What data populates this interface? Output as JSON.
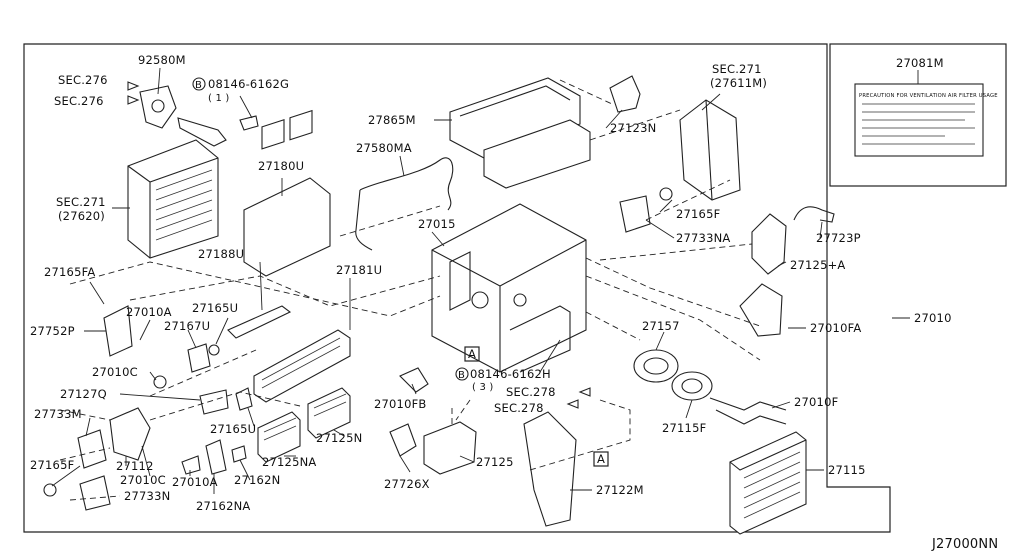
{
  "diagram_code": "J27000NN",
  "label_box": {
    "part": "27081M",
    "title": "PRECAUTION FOR VENTILATION AIR FILTER USAGE"
  },
  "labels": {
    "p92580M": "92580M",
    "sec276a": "SEC.276",
    "sec276b": "SEC.276",
    "bolt1": "08146-6162G",
    "bolt1q": "( 1 )",
    "sec271a": "SEC.271",
    "sec271a_ref": "(27620)",
    "p27180U": "27180U",
    "p27580MA": "27580MA",
    "p27865M": "27865M",
    "p27123N": "27123N",
    "sec271b": "SEC.271",
    "sec271b_ref": "(27611M)",
    "p27165F_top": "27165F",
    "p27733NA": "27733NA",
    "p27723P": "27723P",
    "p27125pA": "27125+A",
    "p27010FA": "27010FA",
    "p27010": "27010",
    "p27015": "27015",
    "p27188U": "27188U",
    "p27181U": "27181U",
    "p27165FA": "27165FA",
    "p27752P": "27752P",
    "p27010A_top": "27010A",
    "p27167U": "27167U",
    "p27165U_top": "27165U",
    "p27010C_top": "27010C",
    "p27127Q": "27127Q",
    "p27733M": "27733M",
    "p27165F_left": "27165F",
    "p27112": "27112",
    "p27010C_bot": "27010C",
    "p27010A_bot": "27010A",
    "p27733N": "27733N",
    "p27162NA": "27162NA",
    "p27162N": "27162N",
    "p27165U_bot": "27165U",
    "p27125NA": "27125NA",
    "p27125N": "27125N",
    "p27010FB": "27010FB",
    "bolt2": "08146-6162H",
    "bolt2q": "( 3 )",
    "sec278a": "SEC.278",
    "sec278b": "SEC.278",
    "p27726X": "27726X",
    "p27125": "27125",
    "p27122M": "27122M",
    "p27157": "27157",
    "p27115F": "27115F",
    "p27010F": "27010F",
    "p27115": "27115",
    "refA1": "A",
    "refA2": "A",
    "bolt_symbol": "B"
  }
}
